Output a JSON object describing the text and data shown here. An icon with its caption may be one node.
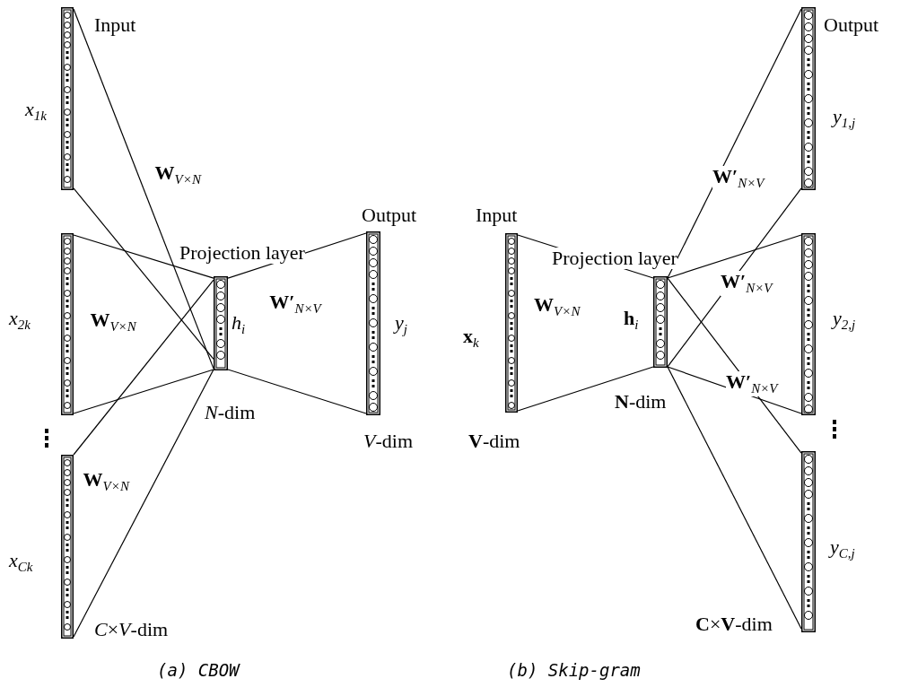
{
  "diagram": {
    "nodes": [
      {
        "text": [],
        "shape": "bar",
        "beside": [
          "Input",
          "*x*$_{1k}$"
        ]
      },
      {
        "text": [],
        "shape": "bar",
        "beside": [
          "*x*$_{2k}$"
        ]
      },
      {
        "text": [],
        "shape": "bar",
        "beside": [
          "*x*$_{Ck}$",
          "*C*×*V*-dim"
        ]
      },
      {
        "text": [],
        "shape": "bar",
        "beside": [
          "Projection layer",
          "*h*$_{i}$",
          "*N*-dim"
        ]
      },
      {
        "text": [],
        "shape": "bar",
        "beside": [
          "Output",
          "*y*$_{j}$",
          "*V*-dim"
        ]
      },
      {
        "text": [],
        "shape": "bar",
        "beside": [
          "Input",
          "**x**$_{k}$",
          "**V**-dim"
        ]
      },
      {
        "text": [],
        "shape": "bar",
        "beside": [
          "Projection layer",
          "**h**$_{i}$",
          "**N**-dim"
        ]
      },
      {
        "text": [],
        "shape": "bar",
        "beside": [
          "Output",
          "*y*$_{1,j}$"
        ]
      },
      {
        "text": [],
        "shape": "bar",
        "beside": [
          "*y*$_{2,j}$"
        ]
      },
      {
        "text": [],
        "shape": "bar",
        "beside": [
          "*y*$_{C,j}$",
          "**C**×**V**-dim"
        ]
      }
    ],
    "edges": [
      {
        "from": 0,
        "to": 3,
        "arrow": "none",
        "label": "**W**$_{V×N}$"
      },
      {
        "from": 0,
        "to": 3,
        "arrow": "none"
      },
      {
        "from": 1,
        "to": 3,
        "arrow": "none",
        "label": "**W**$_{V×N}$"
      },
      {
        "from": 1,
        "to": 3,
        "arrow": "none"
      },
      {
        "from": 2,
        "to": 3,
        "arrow": "none",
        "label": "**W**$_{V×N}$"
      },
      {
        "from": 2,
        "to": 3,
        "arrow": "none"
      },
      {
        "from": 3,
        "to": 4,
        "arrow": "none",
        "label": "**W′**$_{N×V}$"
      },
      {
        "from": 3,
        "to": 4,
        "arrow": "none"
      },
      {
        "from": 5,
        "to": 6,
        "arrow": "none",
        "label": "**W**$_{V×N}$"
      },
      {
        "from": 5,
        "to": 6,
        "arrow": "none"
      },
      {
        "from": 6,
        "to": 7,
        "arrow": "none",
        "label": "**W′**$_{N×V}$"
      },
      {
        "from": 6,
        "to": 7,
        "arrow": "none"
      },
      {
        "from": 6,
        "to": 8,
        "arrow": "none",
        "label": "**W′**$_{N×V}$"
      },
      {
        "from": 6,
        "to": 8,
        "arrow": "none"
      },
      {
        "from": 6,
        "to": 9,
        "arrow": "none",
        "label": "**W′**$_{N×V}$"
      },
      {
        "from": 6,
        "to": 9,
        "arrow": "none"
      }
    ],
    "labels": [
      "(a) CBOW",
      "(b) Skip-gram"
    ]
  }
}
